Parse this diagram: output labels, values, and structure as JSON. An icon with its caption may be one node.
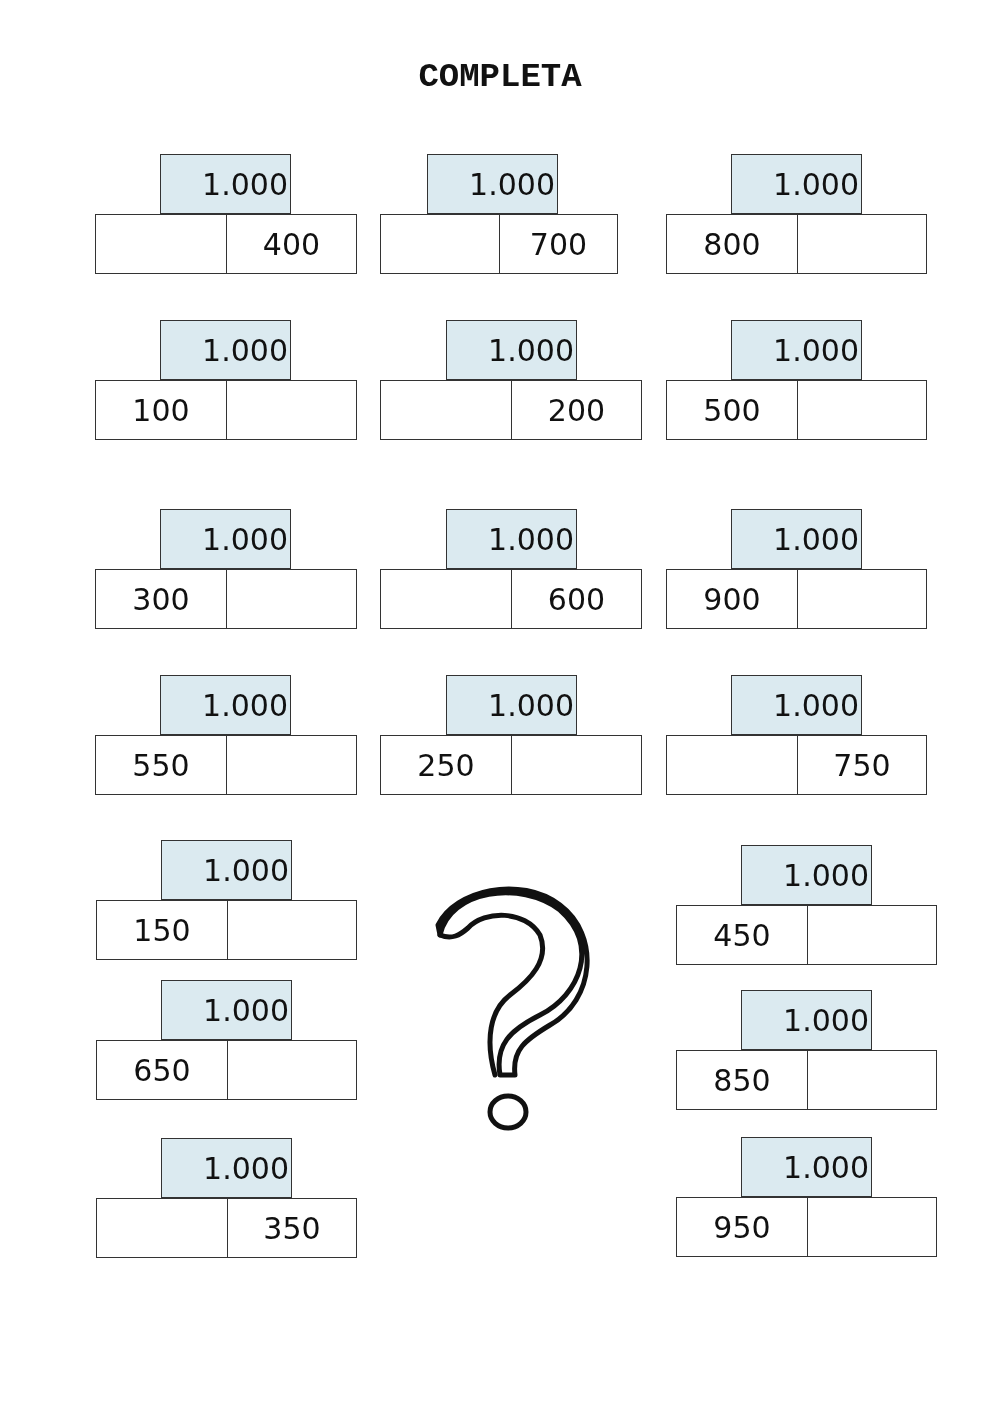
{
  "diagram": {
    "title": "COMPLETA",
    "nodes": [
      {
        "text": [
          "1.000"
        ]
      },
      {
        "text": [],
        "shape": "box"
      },
      {
        "text": [
          "400"
        ]
      },
      {
        "text": [
          "1.000"
        ]
      },
      {
        "text": [],
        "shape": "box"
      },
      {
        "text": [
          "700"
        ]
      },
      {
        "text": [
          "1.000"
        ]
      },
      {
        "text": [
          "800"
        ]
      },
      {
        "text": [],
        "shape": "box"
      },
      {
        "text": [
          "1.000"
        ]
      },
      {
        "text": [
          "100"
        ]
      },
      {
        "text": [],
        "shape": "box"
      },
      {
        "text": [
          "1.000"
        ]
      },
      {
        "text": [],
        "shape": "box"
      },
      {
        "text": [
          "200"
        ]
      },
      {
        "text": [
          "1.000"
        ]
      },
      {
        "text": [
          "500"
        ]
      },
      {
        "text": [],
        "shape": "box"
      },
      {
        "text": [
          "1.000"
        ]
      },
      {
        "text": [
          "300"
        ]
      },
      {
        "text": [],
        "shape": "box"
      },
      {
        "text": [
          "1.000"
        ]
      },
      {
        "text": [],
        "shape": "box"
      },
      {
        "text": [
          "600"
        ]
      },
      {
        "text": [
          "1.000"
        ]
      },
      {
        "text": [
          "900"
        ]
      },
      {
        "text": [],
        "shape": "box"
      },
      {
        "text": [
          "1.000"
        ]
      },
      {
        "text": [
          "550"
        ]
      },
      {
        "text": [],
        "shape": "box"
      },
      {
        "text": [
          "1.000"
        ]
      },
      {
        "text": [
          "250"
        ]
      },
      {
        "text": [],
        "shape": "box"
      },
      {
        "text": [
          "1.000"
        ]
      },
      {
        "text": [],
        "shape": "box"
      },
      {
        "text": [
          "750"
        ]
      },
      {
        "text": [
          "1.000"
        ]
      },
      {
        "text": [
          "150"
        ]
      },
      {
        "text": [],
        "shape": "box"
      },
      {
        "text": [
          "1.000"
        ]
      },
      {
        "text": [
          "450"
        ]
      },
      {
        "text": [],
        "shape": "box"
      },
      {
        "text": [
          "1.000"
        ]
      },
      {
        "text": [
          "650"
        ]
      },
      {
        "text": [],
        "shape": "box"
      },
      {
        "text": [
          "1.000"
        ]
      },
      {
        "text": [
          "850"
        ]
      },
      {
        "text": [],
        "shape": "box"
      },
      {
        "text": [
          "1.000"
        ]
      },
      {
        "text": [],
        "shape": "box"
      },
      {
        "text": [
          "350"
        ]
      },
      {
        "text": [
          "1.000"
        ]
      },
      {
        "text": [
          "950"
        ]
      },
      {
        "text": [],
        "shape": "box"
      }
    ]
  }
}
